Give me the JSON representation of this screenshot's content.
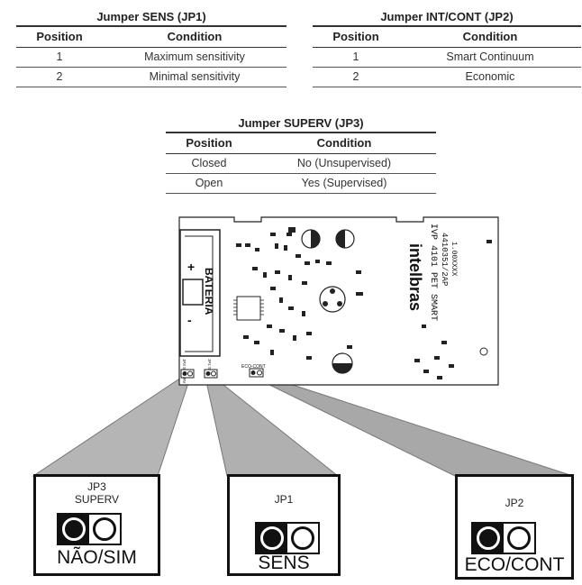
{
  "tables": {
    "jp1": {
      "title": "Jumper SENS (JP1)",
      "headers": [
        "Position",
        "Condition"
      ],
      "rows": [
        [
          "1",
          "Maximum sensitivity"
        ],
        [
          "2",
          "Minimal sensitivity"
        ]
      ]
    },
    "jp2": {
      "title": "Jumper INT/CONT (JP2)",
      "headers": [
        "Position",
        "Condition"
      ],
      "rows": [
        [
          "1",
          "Smart Continuum"
        ],
        [
          "2",
          "Economic"
        ]
      ]
    },
    "jp3": {
      "title": "Jumper SUPERV (JP3)",
      "headers": [
        "Position",
        "Condition"
      ],
      "rows": [
        [
          "Closed",
          "No (Unsupervised)"
        ],
        [
          "Open",
          "Yes (Supervised)"
        ]
      ]
    }
  },
  "board": {
    "battery_label": "BATERIA",
    "brand": "intelbras",
    "model": "IVP 4101 PET SMART",
    "code": "4410351/2AP",
    "lot": "1.00XXXX",
    "silk_eco_cont": "ECO-CONT",
    "silk_jp3": "JP3 SUPERV",
    "silk_jp1": "JP1 SENS"
  },
  "boxes": {
    "jp3": {
      "label1": "JP3",
      "label2": "SUPERV",
      "caption": "NÃO/SIM"
    },
    "jp1": {
      "label1": "JP1",
      "caption": "SENS"
    },
    "jp2": {
      "label1": "JP2",
      "caption": "ECO/CONT"
    }
  }
}
